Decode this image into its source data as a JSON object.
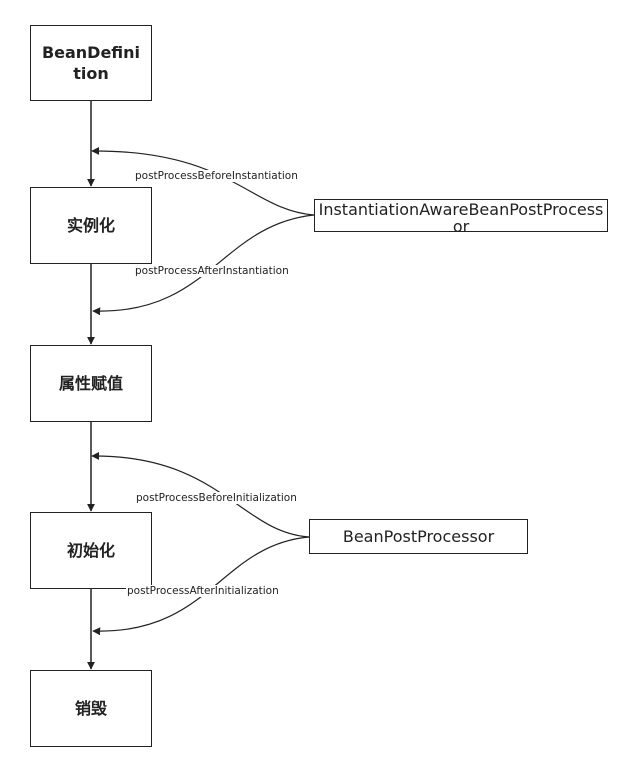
{
  "stages": {
    "bean_definition": "BeanDefinition",
    "instantiation": "实例化",
    "property_assignment": "属性赋值",
    "initialization": "初始化",
    "destruction": "销毁"
  },
  "processors": {
    "instantiation_aware": "InstantiationAwareBeanPostProcessor",
    "bean_post_processor": "BeanPostProcessor"
  },
  "callbacks": {
    "before_instantiation": "postProcessBeforeInstantiation",
    "after_instantiation": "postProcessAfterInstantiation",
    "before_initialization": "postProcessBeforeInitialization",
    "after_initialization": "postProcessAfterInitialization"
  }
}
